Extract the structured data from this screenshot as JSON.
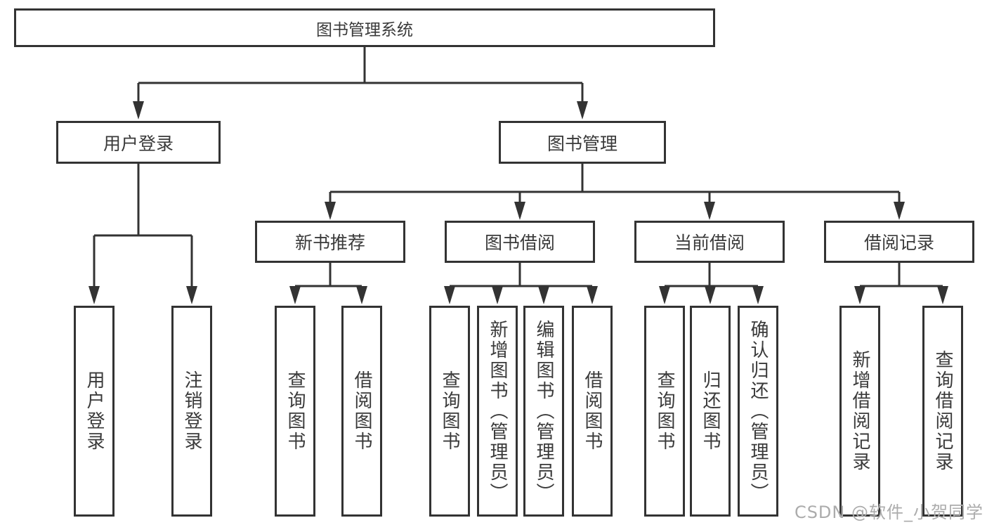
{
  "diagram": {
    "root": "图书管理系统",
    "branches": [
      {
        "label": "用户登录",
        "children": [
          "用户登录",
          "注销登录"
        ]
      },
      {
        "label": "图书管理",
        "groups": [
          {
            "label": "新书推荐",
            "children": [
              "查询图书",
              "借阅图书"
            ]
          },
          {
            "label": "图书借阅",
            "children": [
              "查询图书",
              "新增图书（管理员）",
              "编辑图书（管理员）",
              "借阅图书"
            ]
          },
          {
            "label": "当前借阅",
            "children": [
              "查询图书",
              "归还图书",
              "确认归还（管理员）"
            ]
          },
          {
            "label": "借阅记录",
            "children": [
              "新增借阅记录",
              "查询借阅记录"
            ]
          }
        ]
      }
    ],
    "line_color": "#333333",
    "text_color": "#3a3a3a"
  },
  "watermark": "CSDN @软件_小贺同学"
}
